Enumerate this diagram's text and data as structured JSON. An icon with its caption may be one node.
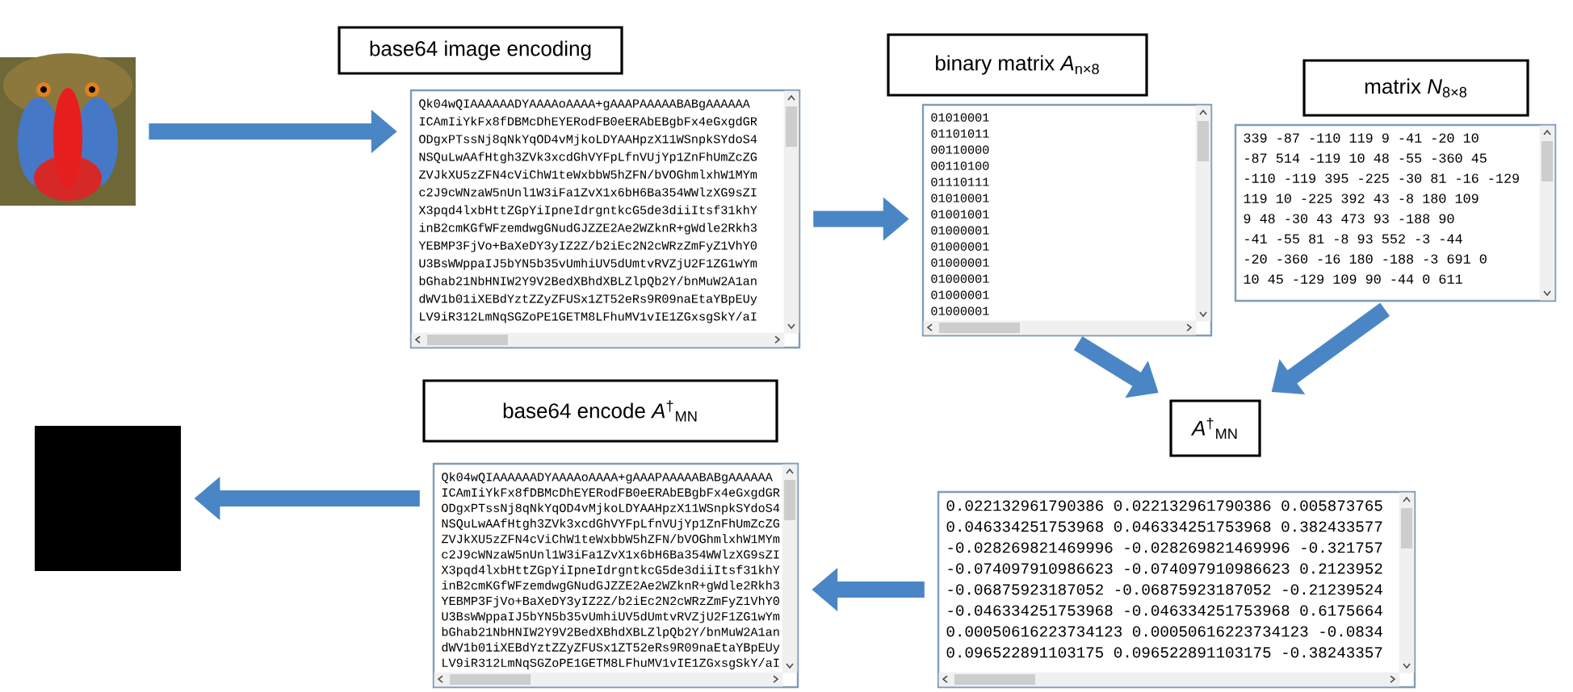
{
  "diagram": {
    "nodes": [
      {
        "text": [],
        "shape": "picture"
      },
      {
        "text": [
          "base64 image encoding"
        ]
      },
      {
        "text": [
          "Qk04wQIAAAAAADYAAAAoAAAA+gAAAPAAAAABABgAAAAAA",
          "ICAmIiYkFx8fDBMcDhEYERodFB0eERAbEBgbFx4eGxgdGR",
          "ODgxPTssNj8qNkYqOD4vMjkoLDYAAHpzX11WSnpkSYdoS4",
          "NSQuLwAAfHtgh3ZVk3xcdGhVYFpLfnVUjYp1ZnFhUmZcZG",
          "ZVJkXU5zZFN4cViChW1teWxbbW5hZFN/bVOGhmlxhW1MYm",
          "c2J9cWNzaW5nUnl1W3iFa1ZvX1x6bH6Ba354WWlzXG9sZI",
          "X3pqd4lxbHttZGpYiIpneIdrgntkcG5de3diiItsf31khY",
          "inB2cmKGfWFzemdwgGNudGJZZE2Ae2WZknR+gWdle2Rkh3",
          "YEBMP3FjVo+BaXeDY3yIZ2Z/b2iEc2N2cWRzZmFyZ1VhY0",
          "U3BsWWppaIJ5bYN5b35vUmhiUV5dUmtvRVZjU2F1ZG1wYm",
          "bGhab21NbHNIW2Y9V2BedXBhdXBLZlpQb2Y/bnMuW2A1an",
          "dWV1b01iXEBdYztZZyZFUSx1ZT52eRs9R09naEtaYBpEUy",
          "LV9iR312LmNqSGZoPE1GETM8LFhuMV1vIE1ZGxsgSkY/aI"
        ]
      },
      {
        "text": [
          "binary matrix *A*$_{n×8}$"
        ]
      },
      {
        "text": [
          "01010001",
          "01101011",
          "00110000",
          "00110100",
          "01110111",
          "01010001",
          "01001001",
          "01000001",
          "01000001",
          "01000001",
          "01000001",
          "01000001",
          "01000001"
        ]
      },
      {
        "text": [
          "matrix *N*$_{8×8}$"
        ]
      },
      {
        "text": [
          "339 -87 -110 119 9 -41 -20 10",
          "-87 514 -119 10 48 -55 -360 45",
          "-110 -119 395 -225 -30 81 -16 -129",
          "119 10 -225 392 43 -8 180 109",
          "9 48 -30 43 473 93 -188 90",
          "-41 -55 81 -8 93 552 -3 -44",
          "-20 -360 -16 180 -188 -3 691 0",
          "10 45 -129 109 90 -44 0 611"
        ]
      },
      {
        "text": [],
        "shape": "box"
      },
      {
        "text": [
          "base64 encode *A*$^{†}$$_{MN}$"
        ]
      },
      {
        "text": [
          "Qk04wQIAAAAAADYAAAAoAAAA+gAAAPAAAAABABgAAAAAA",
          "ICAmIiYkFx8fDBMcDhEYERodFB0eERAbEBgbFx4eGxgdGR",
          "ODgxPTssNj8qNkYqOD4vMjkoLDYAAHpzX11WSnpkSYdoS4",
          "NSQuLwAAfHtgh3ZVk3xcdGhVYFpLfnVUjYp1ZnFhUmZcZG",
          "ZVJkXU5zZFN4cViChW1teWxbbW5hZFN/bVOGhmlxhW1MYm",
          "c2J9cWNzaW5nUnl1W3iFa1ZvX1x6bH6Ba354WWlzXG9sZI",
          "X3pqd4lxbHttZGpYiIpneIdrgntkcG5de3diiItsf31khY",
          "inB2cmKGfWFzemdwgGNudGJZZE2Ae2WZknR+gWdle2Rkh3",
          "YEBMP3FjVo+BaXeDY3yIZ2Z/b2iEc2N2cWRzZmFyZ1VhY0",
          "U3BsWWppaIJ5bYN5b35vUmhiUV5dUmtvRVZjU2F1ZG1wYm",
          "bGhab21NbHNIW2Y9V2BedXBhdXBLZlpQb2Y/bnMuW2A1an",
          "dWV1b01iXEBdYztZZyZFUSx1ZT52eRs9R09naEtaYBpEUy",
          "LV9iR312LmNqSGZoPE1GETM8LFhuMV1vIE1ZGxsgSkY/aI"
        ]
      },
      {
        "text": [
          "*A*$^{†}$$_{MN}$"
        ]
      },
      {
        "text": [
          "0.022132961790386 0.022132961790386 0.005873765",
          "0.046334251753968 0.046334251753968 0.382433577",
          "-0.028269821469996 -0.028269821469996 -0.321757",
          "-0.074097910986623 -0.074097910986623 0.2123952",
          "-0.06875923187052 -0.06875923187052 -0.21239524",
          "-0.046334251753968 -0.046334251753968 0.6175664",
          "0.00050616223734123 0.00050616223734123 -0.0834",
          "0.096522891103175 0.096522891103175 -0.38243357"
        ]
      }
    ],
    "edges": [
      {
        "from": 0,
        "to": 2,
        "arrow": "to"
      },
      {
        "from": 2,
        "to": 4,
        "arrow": "to"
      },
      {
        "from": 4,
        "to": 10,
        "arrow": "to"
      },
      {
        "from": 6,
        "to": 10,
        "arrow": "to"
      },
      {
        "from": 11,
        "to": 9,
        "arrow": "to"
      },
      {
        "from": 9,
        "to": 7,
        "arrow": "to"
      }
    ]
  }
}
